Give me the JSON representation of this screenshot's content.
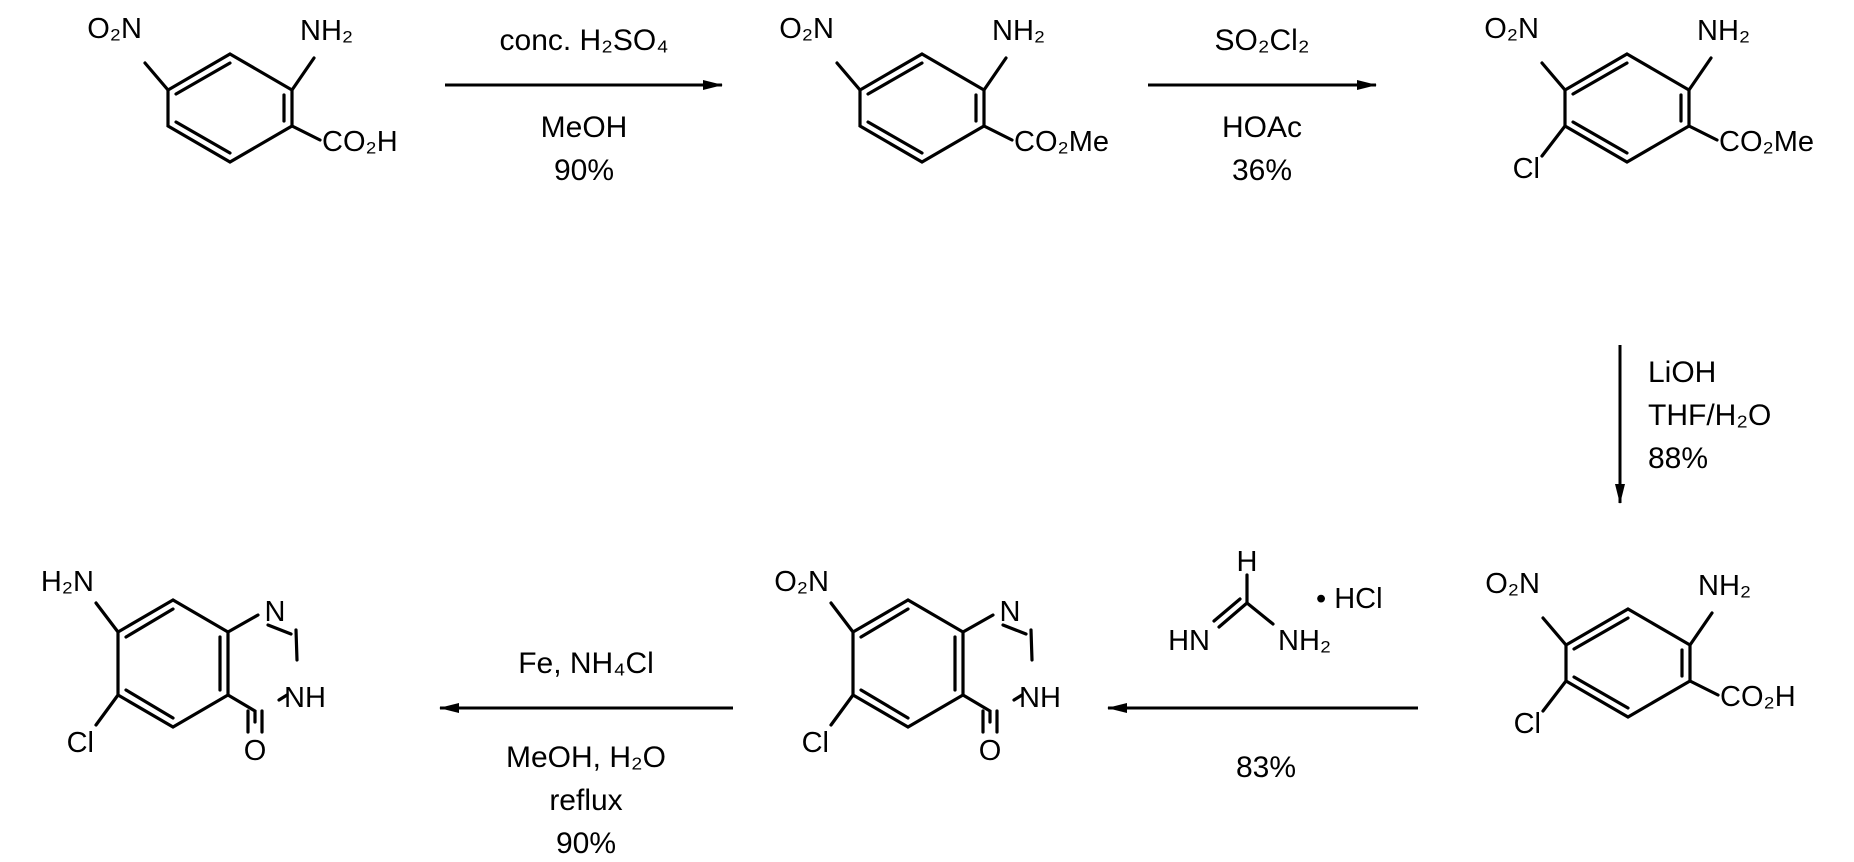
{
  "compounds": [
    {
      "id": "c1",
      "subs": {
        "nitro": "O₂N",
        "amine": "NH₂",
        "ester": "CO₂H"
      }
    },
    {
      "id": "c2",
      "subs": {
        "nitro": "O₂N",
        "amine": "NH₂",
        "ester": "CO₂Me"
      }
    },
    {
      "id": "c3",
      "subs": {
        "nitro": "O₂N",
        "amine": "NH₂",
        "ester": "CO₂Me",
        "halogen": "Cl"
      }
    },
    {
      "id": "c4",
      "subs": {
        "nitro": "O₂N",
        "amine": "NH₂",
        "ester": "CO₂H",
        "halogen": "Cl"
      }
    },
    {
      "id": "c5",
      "subs": {
        "sub7": "O₂N",
        "halogen": "Cl",
        "n1": "N",
        "n3": "NH",
        "oxo": "O"
      }
    },
    {
      "id": "c6",
      "subs": {
        "sub7": "H₂N",
        "halogen": "Cl",
        "n1": "N",
        "n3": "NH",
        "oxo": "O"
      }
    }
  ],
  "arrows": [
    {
      "id": "step1",
      "above": [
        "conc. H₂SO₄"
      ],
      "below": [
        "MeOH",
        "90%"
      ]
    },
    {
      "id": "step2",
      "above": [
        "SO₂Cl₂"
      ],
      "below": [
        "HOAc",
        "36%"
      ]
    },
    {
      "id": "step3",
      "above": [],
      "below": [
        "LiOH",
        "THF/H₂O",
        "88%"
      ]
    },
    {
      "id": "step4",
      "above": [],
      "below": [
        "83%"
      ]
    },
    {
      "id": "step5",
      "above": [
        "Fe, NH₄Cl"
      ],
      "below": [
        "MeOH, H₂O",
        "reflux",
        "90%"
      ]
    }
  ],
  "reagent_formamidine": {
    "h": "H",
    "hn": "HN",
    "nh2": "NH₂",
    "salt": "• HCl"
  }
}
